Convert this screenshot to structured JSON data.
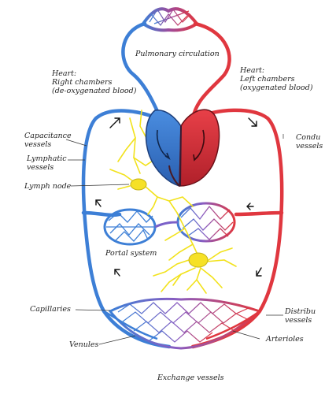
{
  "labels": {
    "pulmonary": "Pulmonary circulation",
    "heart_right": [
      "Heart:",
      "Right chambers",
      "(de-oxygenated blood)"
    ],
    "heart_left": [
      "Heart:",
      "Left chambers",
      "(oxygenated blood)"
    ],
    "capacitance": [
      "Capacitance",
      "vessels"
    ],
    "lymphatic": [
      "Lymphatic",
      "vessels"
    ],
    "lymph_node": "Lymph node",
    "conducting": [
      "Condu",
      "vessels"
    ],
    "portal": "Portal system",
    "capillaries": "Capillaries",
    "distributing": [
      "Distribu",
      "vessels"
    ],
    "arterioles": "Arterioles",
    "venules": "Venules",
    "exchange": "Exchange vessels"
  },
  "colors": {
    "venous": "#3d7fd6",
    "arterial": "#e0373f",
    "capillary_mix": "#8a5cc0",
    "lymph": "#f2e21c",
    "background": "#ffffff"
  }
}
